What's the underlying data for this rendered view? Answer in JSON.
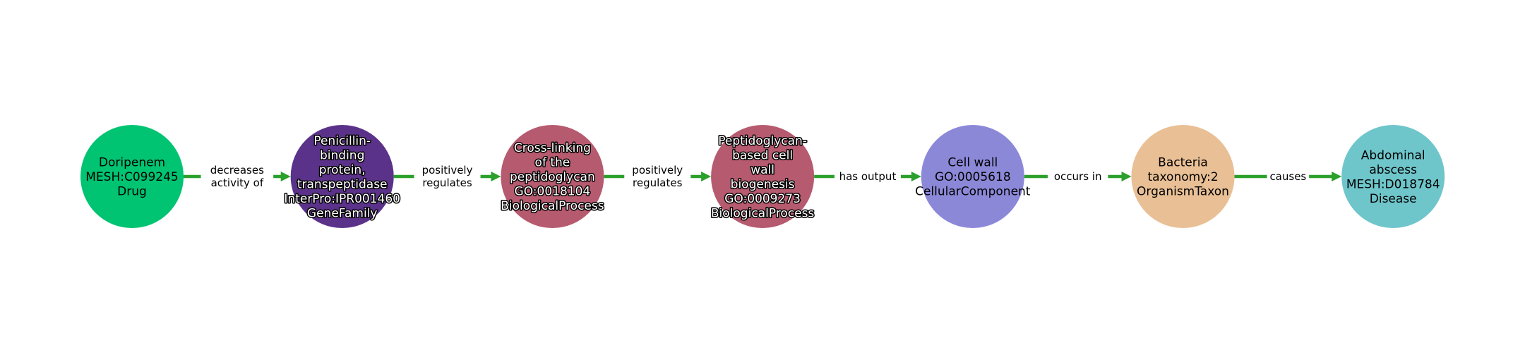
{
  "edge_color": "#2ca02c",
  "nodes": [
    {
      "lines": [
        "Doripenem",
        "MESH:C099245",
        "Drug"
      ],
      "color": "#00c472",
      "outlined": false
    },
    {
      "lines": [
        "Penicillin-",
        "binding",
        "protein,",
        "transpeptidase",
        "InterPro:IPR001460",
        "GeneFamily"
      ],
      "color": "#5b3289",
      "outlined": true
    },
    {
      "lines": [
        "Cross-linking",
        "of the",
        "peptidoglycan",
        "GO:0018104",
        "BiologicalProcess"
      ],
      "color": "#b65a6f",
      "outlined": true
    },
    {
      "lines": [
        "Peptidoglycan-",
        "based cell",
        "wall",
        "biogenesis",
        "GO:0009273",
        "BiologicalProcess"
      ],
      "color": "#b65a6f",
      "outlined": true
    },
    {
      "lines": [
        "Cell wall",
        "GO:0005618",
        "CellularComponent"
      ],
      "color": "#8c88d8",
      "outlined": false
    },
    {
      "lines": [
        "Bacteria",
        "taxonomy:2",
        "OrganismTaxon"
      ],
      "color": "#e9bf95",
      "outlined": false
    },
    {
      "lines": [
        "Abdominal",
        "abscess",
        "MESH:D018784",
        "Disease"
      ],
      "color": "#6ec6cb",
      "outlined": false
    }
  ],
  "edges": [
    {
      "lines": [
        "decreases",
        "activity of"
      ]
    },
    {
      "lines": [
        "positively",
        "regulates"
      ]
    },
    {
      "lines": [
        "positively",
        "regulates"
      ]
    },
    {
      "lines": [
        "has output"
      ]
    },
    {
      "lines": [
        "occurs in"
      ]
    },
    {
      "lines": [
        "causes"
      ]
    }
  ]
}
